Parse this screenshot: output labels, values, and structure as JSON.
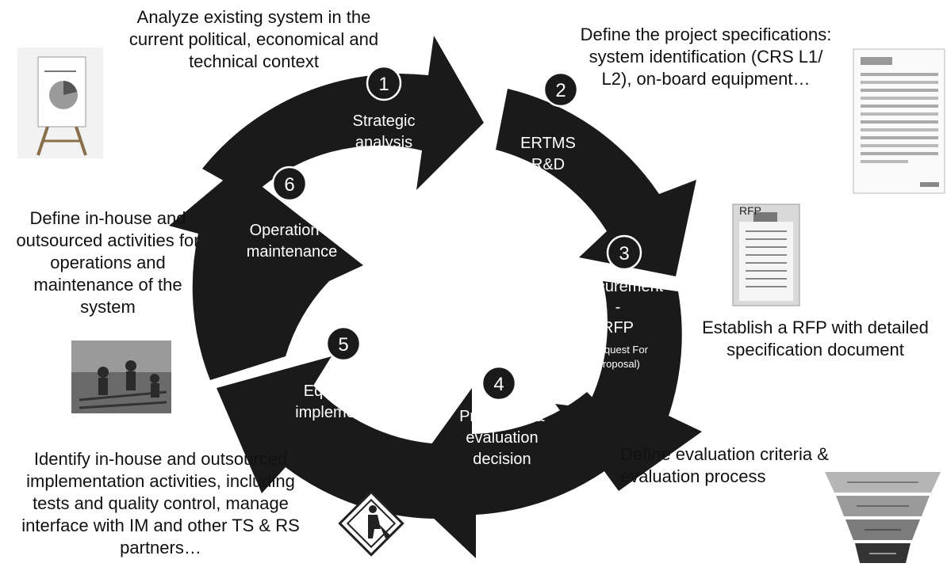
{
  "descriptions": {
    "top": [
      "Analyze existing system in the",
      "current political, economical and",
      "technical context"
    ],
    "top_right": [
      "Define the project specifications:",
      "system identification (CRS L1/",
      "L2), on-board equipment…"
    ],
    "right": [
      "Establish a RFP with detailed",
      "specification document"
    ],
    "bottom_right": [
      "Define evaluation criteria &",
      "evaluation process"
    ],
    "bottom_left": [
      "Identify in-house and outsourced",
      "implementation activities, including",
      "tests and quality control, manage",
      "interface with IM and other TS & RS",
      "partners…"
    ],
    "left": [
      "Define in-house and",
      "outsourced activities for",
      "operations and",
      "maintenance of the",
      "system"
    ]
  },
  "steps": [
    {
      "number": "1",
      "label": [
        "Strategic",
        "analysis"
      ]
    },
    {
      "number": "2",
      "label": [
        "ERTMS",
        "R&D"
      ]
    },
    {
      "number": "3",
      "label": [
        "Procurement",
        "-",
        "RFP"
      ],
      "sublabel": [
        "(Request For",
        "Proposal)"
      ]
    },
    {
      "number": "4",
      "label": [
        "Proposals &",
        "evaluation",
        "decision"
      ]
    },
    {
      "number": "5",
      "label": [
        "Equipment &",
        "implementation"
      ]
    },
    {
      "number": "6",
      "label": [
        "Operation &",
        "maintenance"
      ]
    }
  ],
  "images": {
    "rfp_clipboard_title": "RFP"
  },
  "colors": {
    "arrow_fill": "#1a1a1a",
    "label_text": "#ffffff"
  }
}
